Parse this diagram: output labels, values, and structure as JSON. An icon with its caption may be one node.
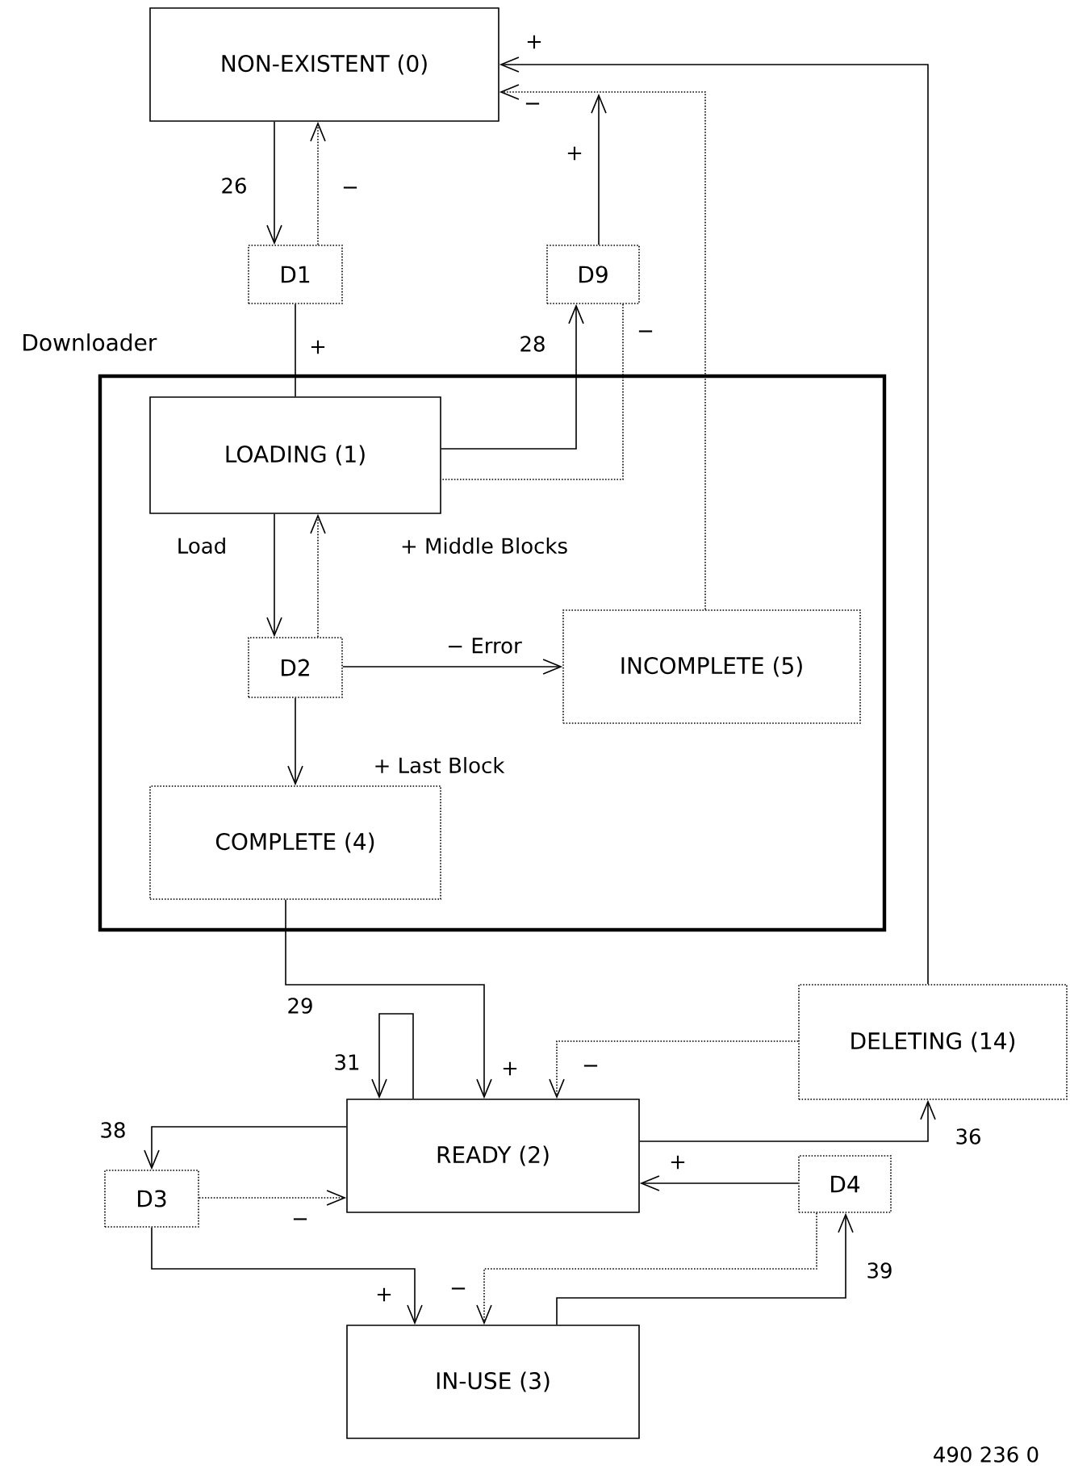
{
  "diagram": {
    "nodes": [
      {
        "text": [
          "NON-EXISTENT (0)"
        ]
      },
      {
        "text": [
          "Downloader"
        ]
      },
      {
        "text": [
          "D1"
        ]
      },
      {
        "text": [
          "D9"
        ]
      },
      {
        "text": [
          "LOADING (1)"
        ],
        "in": 1
      },
      {
        "text": [
          "D2"
        ],
        "in": 1
      },
      {
        "text": [
          "INCOMPLETE (5)"
        ],
        "in": 1
      },
      {
        "text": [
          "COMPLETE (4)"
        ],
        "in": 1
      },
      {
        "text": [
          "READY (2)"
        ]
      },
      {
        "text": [
          "DELETING (14)"
        ]
      },
      {
        "text": [
          "D3"
        ]
      },
      {
        "text": [
          "D4"
        ]
      },
      {
        "text": [
          "IN-USE (3)"
        ]
      }
    ],
    "edges": [
      {
        "from": 0,
        "to": 2,
        "arrow": "to",
        "label": "26"
      },
      {
        "from": 2,
        "to": 0,
        "arrow": "to",
        "label": "−",
        "style": "dashed"
      },
      {
        "from": 2,
        "to": 4,
        "arrow": "none",
        "label": "+"
      },
      {
        "from": 4,
        "to": 3,
        "arrow": "to",
        "label": "28"
      },
      {
        "from": 3,
        "to": 4,
        "arrow": "none",
        "label": "−",
        "style": "dashed"
      },
      {
        "from": 3,
        "to": 0,
        "arrow": "to",
        "label": "+"
      },
      {
        "from": 6,
        "to": 0,
        "arrow": "to",
        "label": "−",
        "style": "dashed"
      },
      {
        "from": 9,
        "to": 0,
        "arrow": "to",
        "label": "+"
      },
      {
        "from": 4,
        "to": 5,
        "arrow": "to",
        "label": "Load"
      },
      {
        "from": 5,
        "to": 4,
        "arrow": "to",
        "label": "+ Middle Blocks",
        "style": "dashed"
      },
      {
        "from": 5,
        "to": 6,
        "arrow": "to",
        "label": "− Error"
      },
      {
        "from": 5,
        "to": 7,
        "arrow": "to",
        "label": "+ Last Block"
      },
      {
        "from": 7,
        "to": 8,
        "arrow": "to",
        "label": "29"
      },
      {
        "from": 8,
        "to": 8,
        "arrow": "to",
        "label": "31"
      },
      {
        "from": 9,
        "to": 8,
        "arrow": "to",
        "label": "−",
        "style": "dashed"
      },
      {
        "from": 8,
        "to": 9,
        "arrow": "to",
        "label": "36"
      },
      {
        "from": 11,
        "to": 8,
        "arrow": "to",
        "label": "+"
      },
      {
        "from": 8,
        "to": 10,
        "arrow": "to",
        "label": "38"
      },
      {
        "from": 10,
        "to": 8,
        "arrow": "to",
        "label": "−",
        "style": "dashed"
      },
      {
        "from": 10,
        "to": 12,
        "arrow": "to",
        "label": "+"
      },
      {
        "from": 11,
        "to": 12,
        "arrow": "to",
        "label": "−",
        "style": "dashed"
      },
      {
        "from": 12,
        "to": 11,
        "arrow": "to",
        "label": "39"
      }
    ],
    "labels": [
      "+",
      "490 236 0"
    ]
  }
}
